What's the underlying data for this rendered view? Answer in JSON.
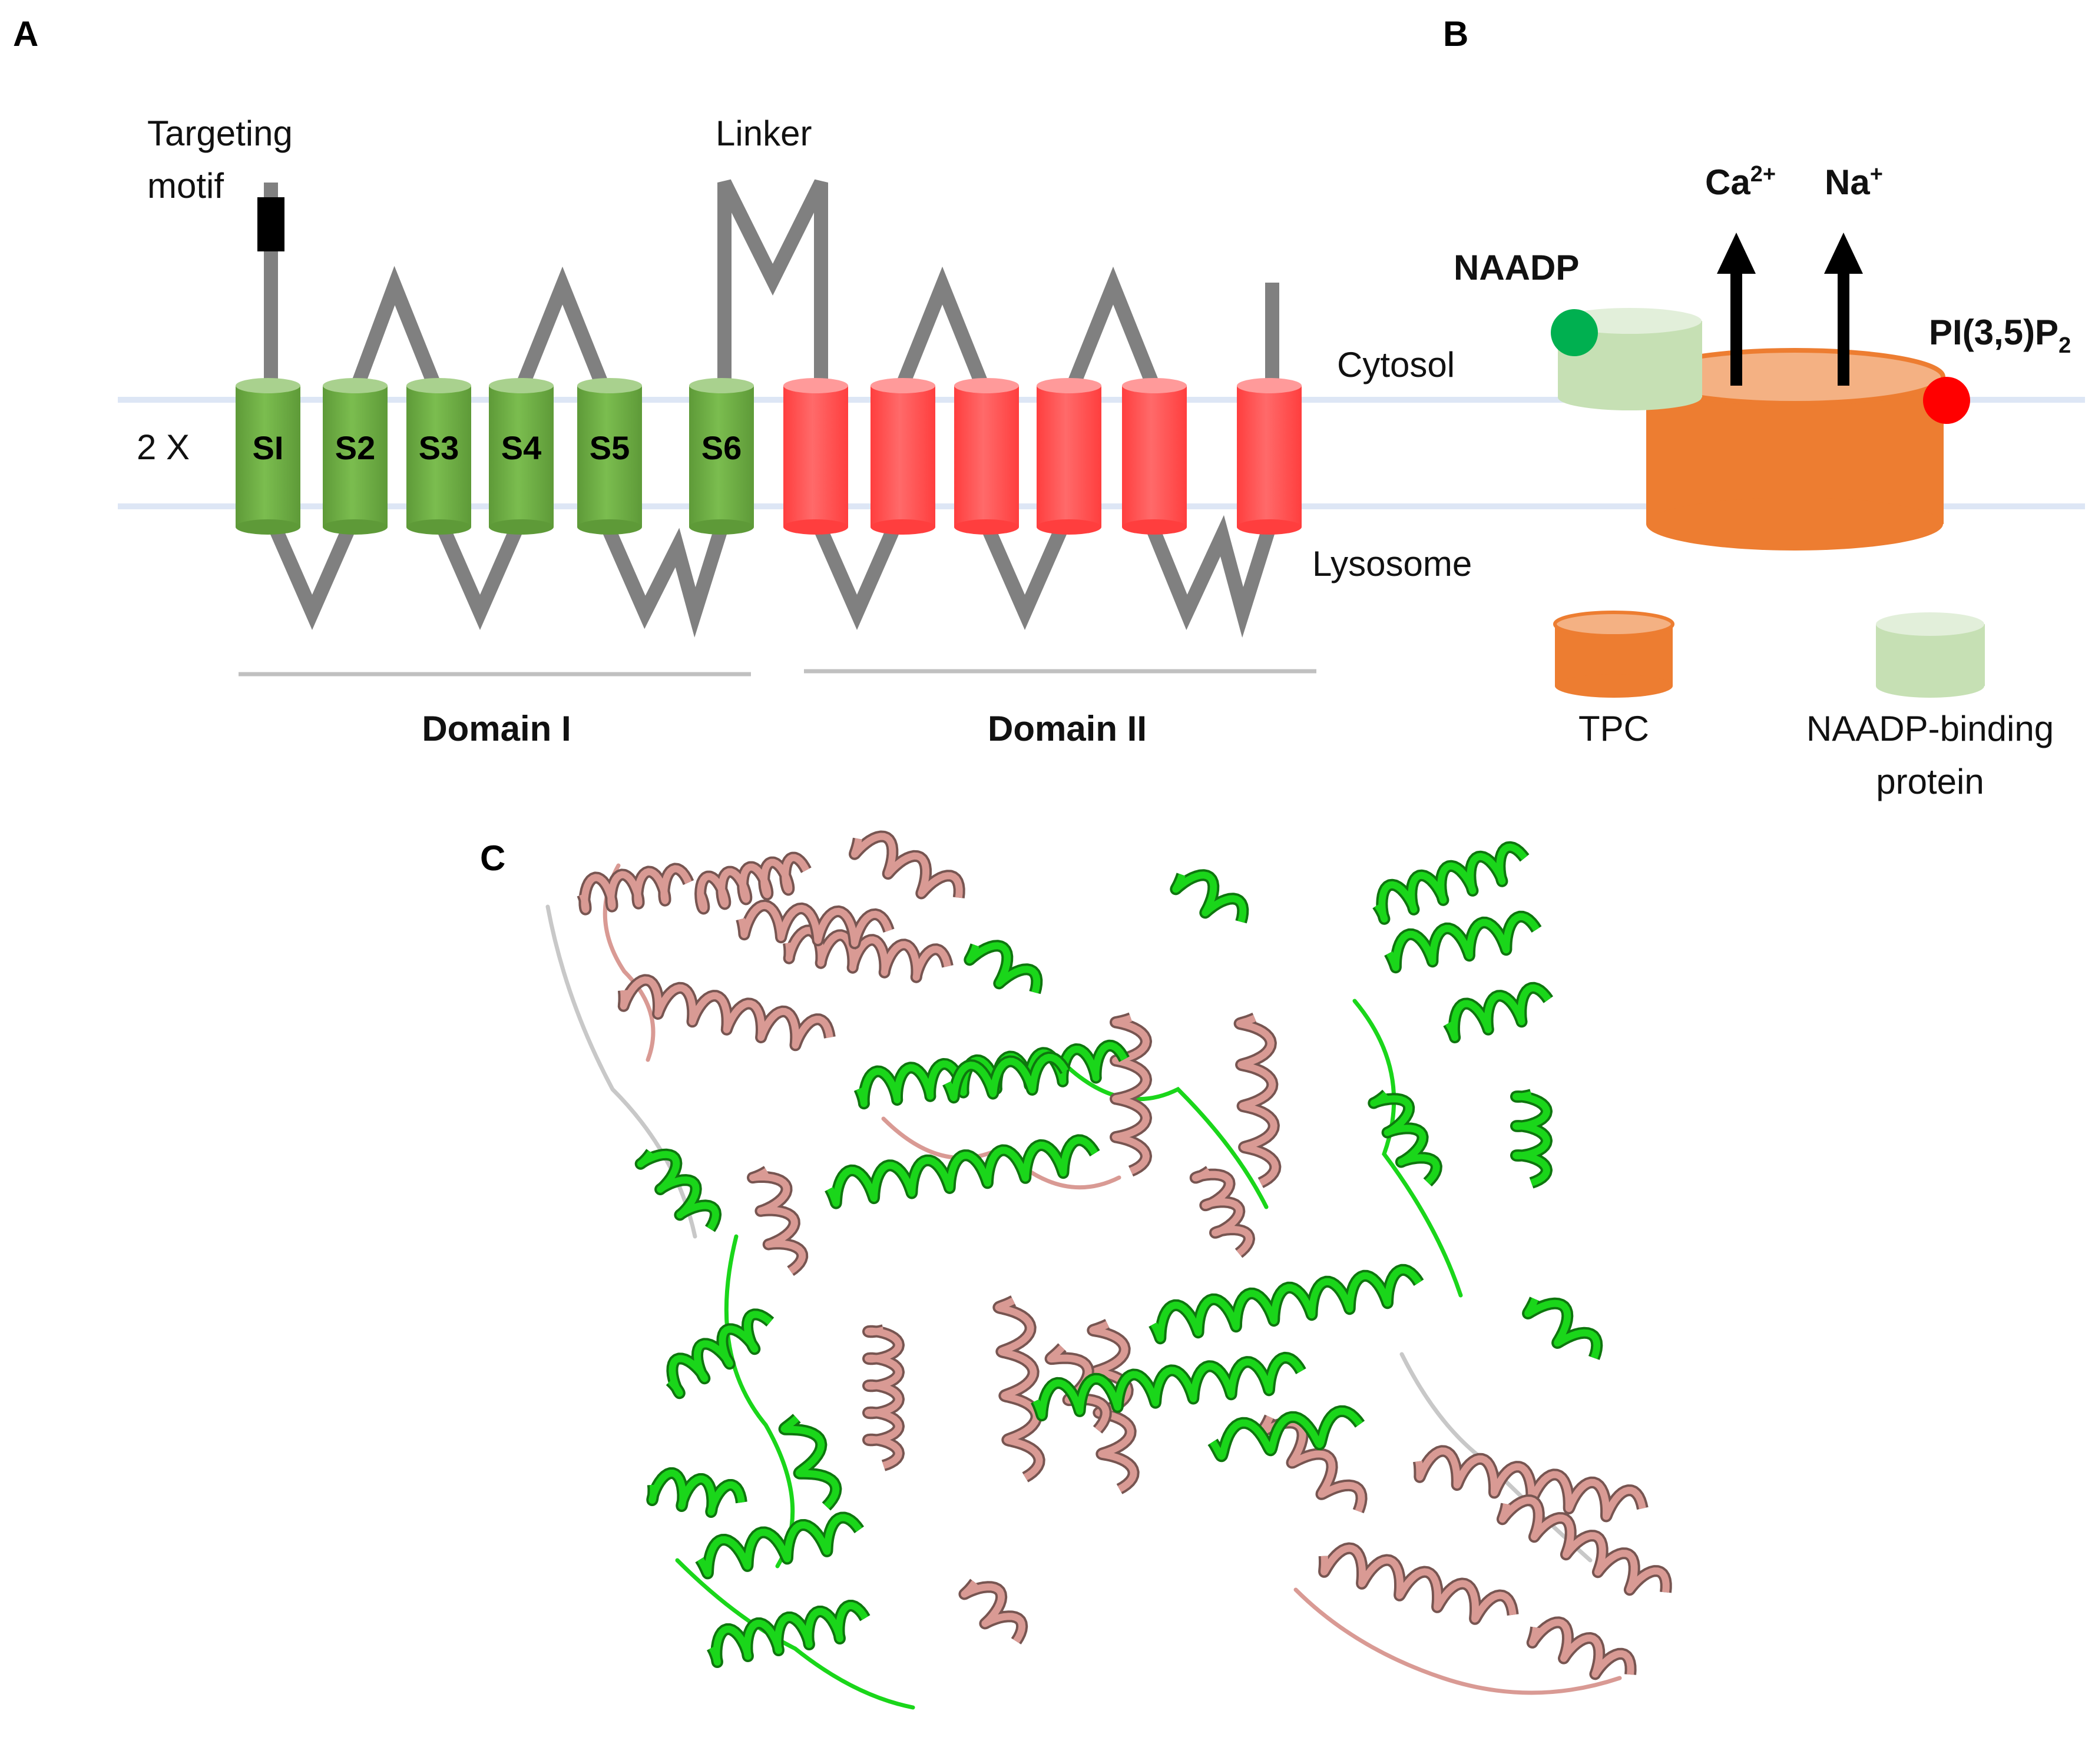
{
  "panel_a": {
    "letter": "A",
    "multiplier": "2 X",
    "targeting": [
      "Targeting",
      "motif"
    ],
    "linker": "Linker",
    "domain1_segments": [
      "SI",
      "S2",
      "S3",
      "S4",
      "S5",
      "S6"
    ],
    "domain1_label": "Domain I",
    "domain2_label": "Domain II",
    "colors": {
      "domain1": "#70ad47",
      "domain2": "#ff5050",
      "loop": "#808080",
      "membrane": "#c9d7ee"
    }
  },
  "panel_b": {
    "letter": "B",
    "cytosol": "Cytosol",
    "lysosome": "Lysosome",
    "naadp": "NAADP",
    "ca_base": "Ca",
    "ca_sup": "2+",
    "na_base": "Na",
    "na_sup": "+",
    "pip_base": "PI(3,5)P",
    "pip_sub": "2",
    "legend_tpc": "TPC",
    "legend_binding": [
      "NAADP-binding",
      "protein"
    ],
    "colors": {
      "tpc": "#ed7d31",
      "binding_protein": "#c6e0b4",
      "naadp": "#00b050",
      "pip": "#ff0000"
    }
  },
  "panel_c": {
    "letter": "C",
    "colors": {
      "chain_a": "#1ad61a",
      "chain_b": "#d99a94",
      "linker": "#c8c8c8"
    }
  }
}
